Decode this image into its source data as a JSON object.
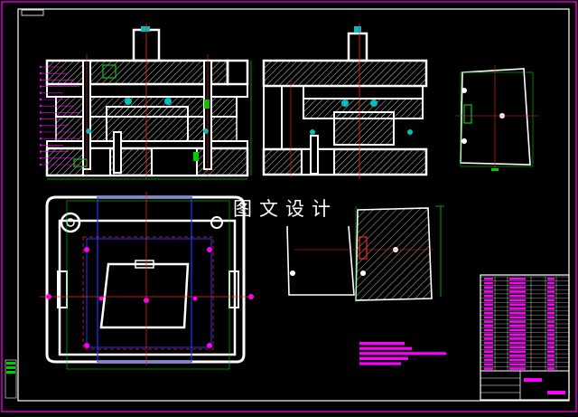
{
  "watermark": {
    "text": "图文设计"
  },
  "colors": {
    "background": "#000000",
    "outline": "#ffffff",
    "hatch": "#ffffff",
    "dimension": "#00cc00",
    "accent": "#00bfbf",
    "centerline": "#ff2020",
    "annotation": "#ff00ff",
    "guide": "#2233ff",
    "frame": "#ff00ff"
  },
  "views": [
    "front-section-view",
    "side-section-view",
    "part-detail-upper-right",
    "plan-view",
    "part-detail-center"
  ],
  "notes_block": {
    "lines": 5
  },
  "title_block": {
    "parts_rows": 22,
    "info_rows": 3
  }
}
